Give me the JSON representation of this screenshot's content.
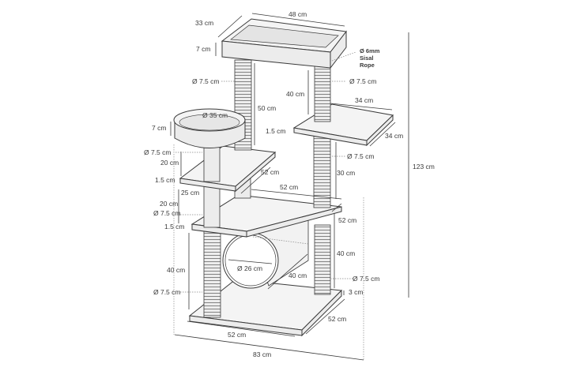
{
  "title": "Cat tree dimensions",
  "labels": {
    "top_width": "48 cm",
    "top_depth": "33 cm",
    "top_height": "7 cm",
    "sisal": "Ø 6mm",
    "sisal2": "Sisal",
    "sisal3": "Rope",
    "post_top_left_d": "Ø 7.5 cm",
    "post_top_right_d": "Ø 7.5 cm",
    "post_top_right_h": "40 cm",
    "post_top_left_h": "50 cm",
    "right_plat_w": "34 cm",
    "right_plat_d": "34 cm",
    "right_plat_t": "1.5 cm",
    "bed_d": "Ø 35 cm",
    "bed_h": "7 cm",
    "bed_post_d": "Ø 7.5 cm",
    "bed_post_h": "20 cm",
    "mid_plat_t": "1.5 cm",
    "mid_plat_w": "52 cm",
    "mid_plat_d": "25 cm",
    "right_post_d": "Ø 7.5 cm",
    "right_post_h": "30 cm",
    "total_h": "123 cm",
    "main_plat_w": "52 cm",
    "main_plat_d": "52 cm",
    "main_post_h": "20 cm",
    "main_post_d": "Ø 7.5 cm",
    "main_plat_t": "1.5 cm",
    "tunnel_d": "Ø 26 cm",
    "tunnel_l": "40 cm",
    "lower_right_h": "40 cm",
    "lower_right_d": "Ø 7.5 cm",
    "lower_left_h": "40 cm",
    "lower_left_d": "Ø 7.5 cm",
    "base_t": "3 cm",
    "base_d": "52 cm",
    "base_w": "52 cm",
    "total_w": "83 cm"
  }
}
